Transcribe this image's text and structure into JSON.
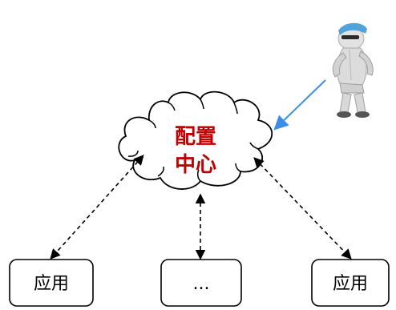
{
  "cloud": {
    "line1": "配置",
    "line2": "中心",
    "text_color": "#c00000"
  },
  "boxes": [
    {
      "label": "应用"
    },
    {
      "label": "..."
    },
    {
      "label": "应用"
    }
  ],
  "icons": {
    "user": "robot-figure-icon"
  },
  "colors": {
    "line": "#000000",
    "arrow_blue": "#3d8ee8",
    "figure": "#d9d9d9",
    "visor": "#4fa3d9"
  }
}
